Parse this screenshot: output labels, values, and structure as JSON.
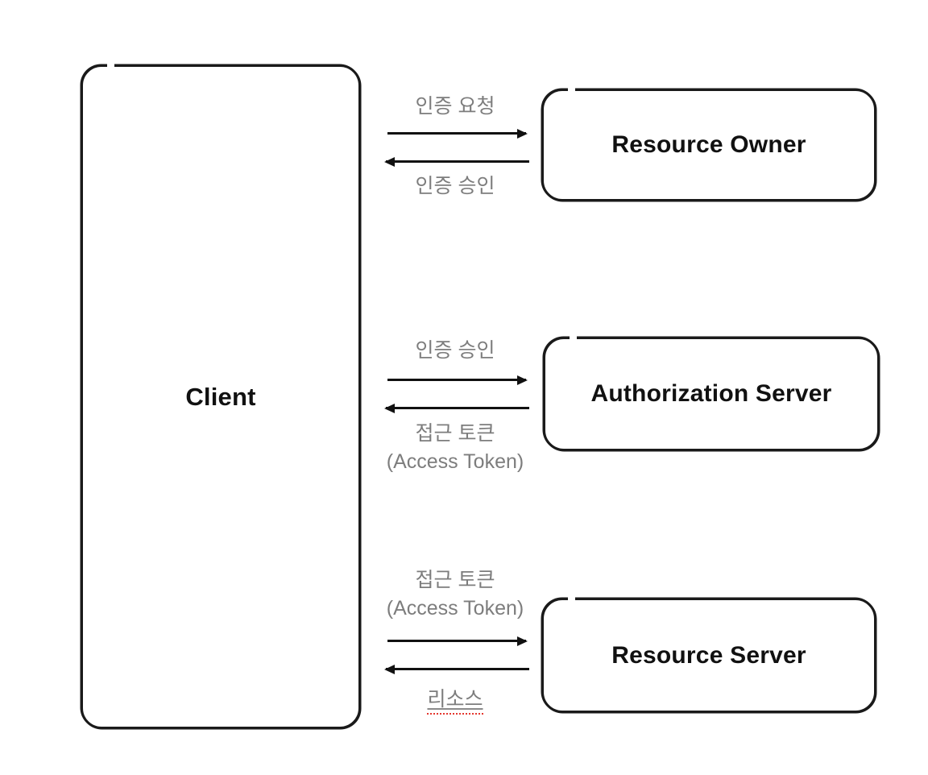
{
  "diagram": {
    "title_hint": "OAuth flow diagram",
    "client": {
      "label": "Client"
    },
    "nodes": [
      {
        "label": "Resource Owner"
      },
      {
        "label": "Authorization Server"
      },
      {
        "label": "Resource Server"
      }
    ],
    "flows": [
      {
        "forward": {
          "label": "인증 요청"
        },
        "backward": {
          "label": "인증 승인"
        }
      },
      {
        "forward": {
          "label": "인증 승인"
        },
        "backward": {
          "label": "접근 토큰",
          "sublabel": "(Access Token)"
        }
      },
      {
        "forward": {
          "label": "접근 토큰",
          "sublabel": "(Access Token)"
        },
        "backward": {
          "label": "리소스"
        }
      }
    ],
    "colors": {
      "background": "#ffffff",
      "box_border": "#1a1a1a",
      "box_text": "#111111",
      "flow_label_gray": "#7d7d7d",
      "arrow_black": "#111111",
      "spellcheck_red": "#e4372e"
    }
  }
}
